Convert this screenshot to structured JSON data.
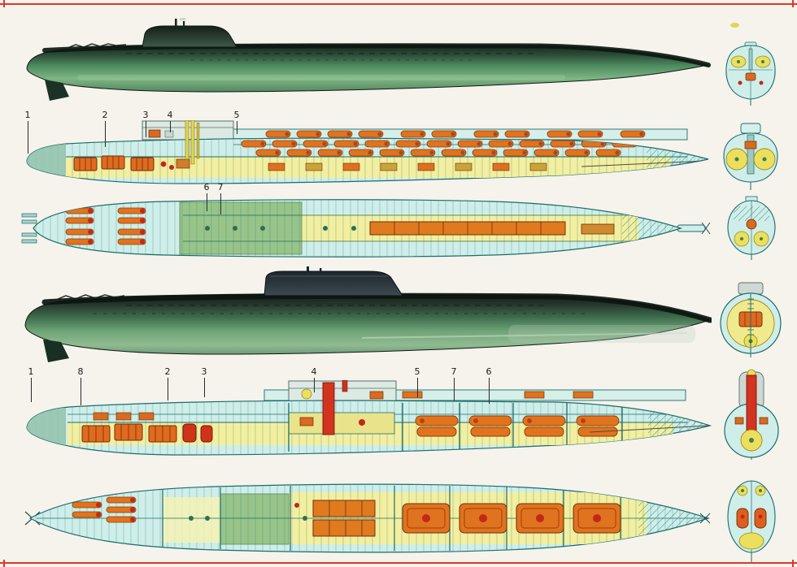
{
  "palette": {
    "page_background": "#f5f3ec",
    "trim_red": "#d93a2b",
    "hull_green_dark": "#15231a",
    "hull_green": "#4e8b5e",
    "hull_green_light": "#7eb685",
    "sail_charcoal": "#252e33",
    "cutaway_fill": "#cfeee9",
    "cutaway_line": "#1d6b6b",
    "interior_yellow": "#f3efa0",
    "deck_green": "#98c489",
    "machinery_orange": "#e0731f",
    "machinery_red": "#cf3318",
    "tank_yellow": "#ecdf5e"
  },
  "boat1": {
    "cutaway_callouts": [
      "1",
      "2",
      "3",
      "4",
      "5"
    ],
    "plan_callouts": [
      "6",
      "7"
    ]
  },
  "boat2": {
    "cutaway_callouts": [
      "1",
      "8",
      "2",
      "3",
      "4",
      "5",
      "7",
      "6"
    ]
  }
}
